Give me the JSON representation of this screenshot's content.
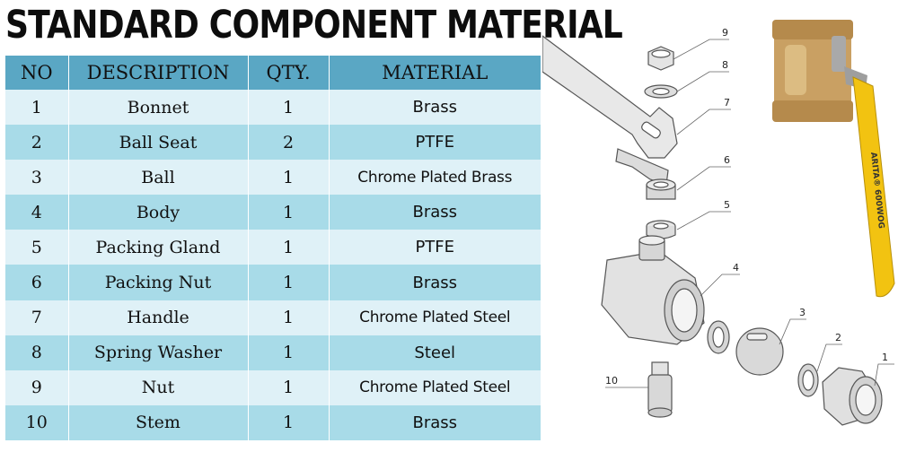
{
  "title": "STANDARD COMPONENT MATERIAL",
  "table": {
    "headers": [
      "NO",
      "DESCRIPTION",
      "QTY.",
      "MATERIAL"
    ],
    "rows": [
      {
        "no": "1",
        "description": "Bonnet",
        "qty": "1",
        "material": "Brass"
      },
      {
        "no": "2",
        "description": "Ball Seat",
        "qty": "2",
        "material": "PTFE"
      },
      {
        "no": "3",
        "description": "Ball",
        "qty": "1",
        "material": "Chrome Plated Brass"
      },
      {
        "no": "4",
        "description": "Body",
        "qty": "1",
        "material": "Brass"
      },
      {
        "no": "5",
        "description": "Packing Gland",
        "qty": "1",
        "material": "PTFE"
      },
      {
        "no": "6",
        "description": "Packing Nut",
        "qty": "1",
        "material": "Brass"
      },
      {
        "no": "7",
        "description": "Handle",
        "qty": "1",
        "material": "Chrome Plated Steel"
      },
      {
        "no": "8",
        "description": "Spring Washer",
        "qty": "1",
        "material": "Steel"
      },
      {
        "no": "9",
        "description": "Nut",
        "qty": "1",
        "material": "Chrome Plated Steel"
      },
      {
        "no": "10",
        "description": "Stem",
        "qty": "1",
        "material": "Brass"
      }
    ]
  },
  "diagram": {
    "callouts": [
      "1",
      "2",
      "3",
      "4",
      "5",
      "6",
      "7",
      "8",
      "9",
      "10"
    ],
    "handle_text": "ARITA® 600WOG"
  },
  "colors": {
    "header_bg": "#5aa7c4",
    "row_light": "#dff1f7",
    "row_dark": "#a8dbe8",
    "brass": "#c9a063",
    "handle_yellow": "#f2c311"
  }
}
